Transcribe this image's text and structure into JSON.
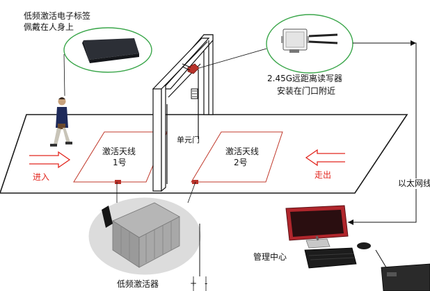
{
  "labels": {
    "tag_line1": "低频激活电子标签",
    "tag_line2": "佩戴在人身上",
    "reader_line1": "2.45G远距离读写器",
    "reader_line2": "安装在门口附近",
    "antenna1_line1": "激活天线",
    "antenna1_line2": "1号",
    "antenna2_line1": "激活天线",
    "antenna2_line2": "2号",
    "door": "单元门",
    "enter": "进入",
    "exit": "走出",
    "ethernet": "以太网线",
    "control_center": "管理中心",
    "activator": "低频激活器",
    "plus": "+",
    "minus": "-"
  },
  "colors": {
    "floor_stroke": "#1a1a1a",
    "antenna_stroke": "#c0392b",
    "arrow_stroke": "#e2261e",
    "callout_stroke": "#3aa64a",
    "gate_stroke": "#111111",
    "device_red": "#b8322a"
  }
}
